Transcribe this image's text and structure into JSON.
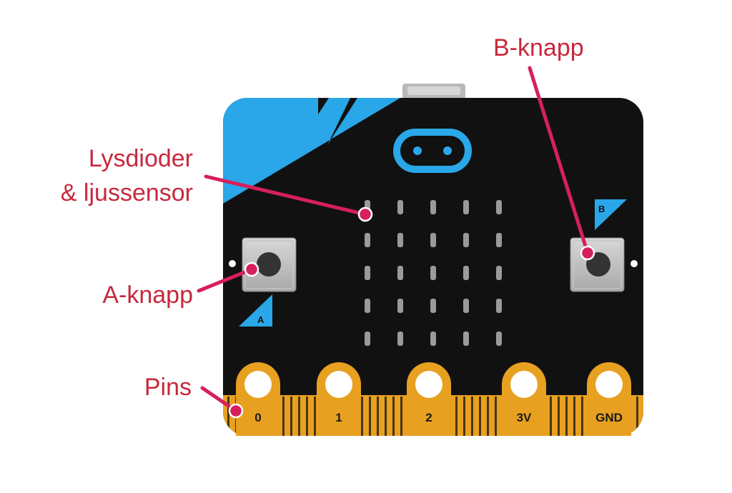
{
  "callouts": {
    "b_button": "B-knapp",
    "leds_line1": "Lysdioder",
    "leds_line2": "& ljussensor",
    "a_button": "A-knapp",
    "pins": "Pins"
  },
  "board": {
    "button_a_label": "A",
    "button_b_label": "B",
    "pins": [
      "0",
      "1",
      "2",
      "3V",
      "GND"
    ]
  },
  "colors": {
    "callout_text": "#c8283c",
    "leader_line": "#d6205c",
    "board_black": "#111111",
    "board_blue": "#2aa7e8",
    "pin_gold": "#e8a020",
    "led": "#9a9a9a"
  },
  "led_grid": {
    "rows": 5,
    "cols": 5
  }
}
